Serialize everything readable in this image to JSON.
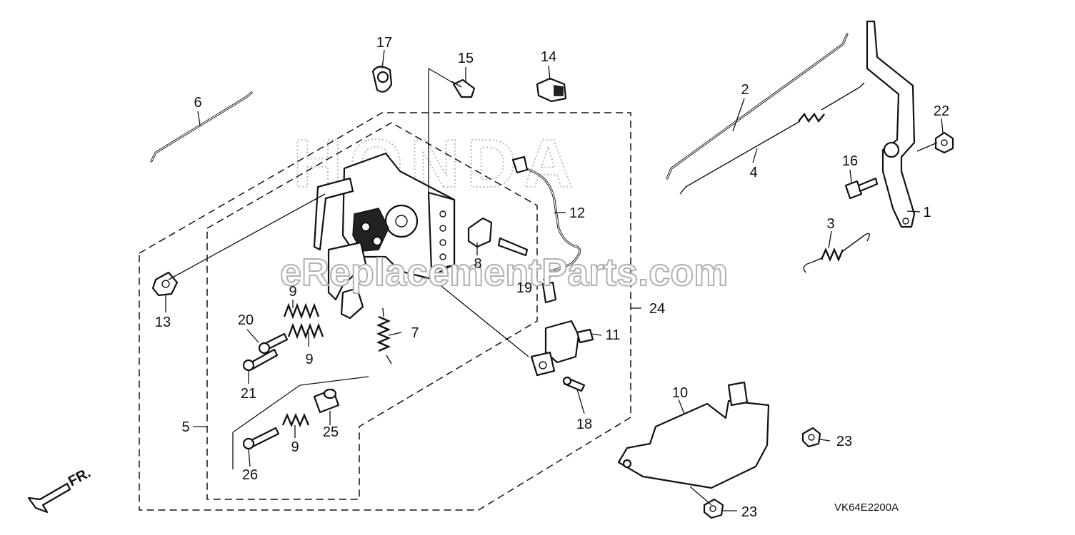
{
  "watermark_brand": "HONDA",
  "watermark_site": "eReplacementParts.com",
  "diagram_code": "VK64E2200A",
  "direction_label": "FR.",
  "callouts": [
    {
      "id": "c1",
      "text": "1"
    },
    {
      "id": "c2",
      "text": "2"
    },
    {
      "id": "c3",
      "text": "3"
    },
    {
      "id": "c4",
      "text": "4"
    },
    {
      "id": "c5",
      "text": "5"
    },
    {
      "id": "c6",
      "text": "6"
    },
    {
      "id": "c7",
      "text": "7"
    },
    {
      "id": "c8",
      "text": "8"
    },
    {
      "id": "c9a",
      "text": "9"
    },
    {
      "id": "c9b",
      "text": "9"
    },
    {
      "id": "c9c",
      "text": "9"
    },
    {
      "id": "c10",
      "text": "10"
    },
    {
      "id": "c11",
      "text": "11"
    },
    {
      "id": "c12",
      "text": "12"
    },
    {
      "id": "c13",
      "text": "13"
    },
    {
      "id": "c14",
      "text": "14"
    },
    {
      "id": "c15",
      "text": "15"
    },
    {
      "id": "c16",
      "text": "16"
    },
    {
      "id": "c17",
      "text": "17"
    },
    {
      "id": "c18",
      "text": "18"
    },
    {
      "id": "c19",
      "text": "19"
    },
    {
      "id": "c20",
      "text": "20"
    },
    {
      "id": "c21",
      "text": "21"
    },
    {
      "id": "c22",
      "text": "22"
    },
    {
      "id": "c23a",
      "text": "23"
    },
    {
      "id": "c23b",
      "text": "23"
    },
    {
      "id": "c24",
      "text": "24"
    },
    {
      "id": "c25",
      "text": "25"
    },
    {
      "id": "c26",
      "text": "26"
    }
  ]
}
